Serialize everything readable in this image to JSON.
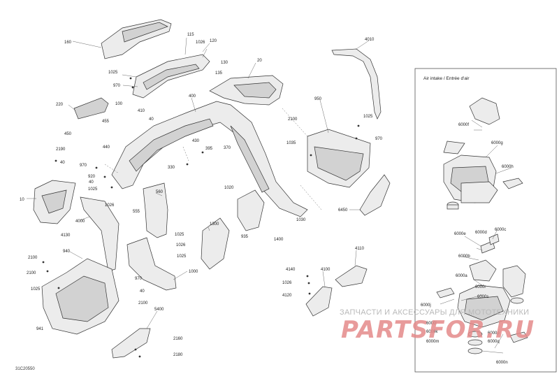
{
  "diagram": {
    "reference": "31C20550",
    "panel_title": "Air intake / Entrée d'air",
    "watermark_text": "ЗАПЧАСТИ И АКСЕССУАРЫ ДЛЯ МОТОТЕХНИКИ",
    "watermark_logo": "PARTSFOR.RU",
    "callouts": [
      "160",
      "115",
      "1026",
      "120",
      "130",
      "1025",
      "135",
      "970",
      "20",
      "4010",
      "220",
      "100",
      "410",
      "40",
      "455",
      "440",
      "450",
      "400",
      "430",
      "395",
      "370",
      "330",
      "950",
      "1025",
      "2100",
      "970",
      "1035",
      "2190",
      "40",
      "970",
      "920",
      "40",
      "1025",
      "1026",
      "555",
      "560",
      "10",
      "4000",
      "4130",
      "1020",
      "1030",
      "6450",
      "1300",
      "935",
      "1400",
      "1025",
      "1026",
      "1025",
      "940",
      "2100",
      "2100",
      "970",
      "1025",
      "40",
      "2100",
      "1000",
      "941",
      "5400",
      "2160",
      "2180",
      "4110",
      "4140",
      "4100",
      "1026",
      "4120",
      "6000f",
      "6000g",
      "6000h",
      "6000e",
      "6000d",
      "6000c",
      "6000b",
      "6000a",
      "6000r",
      "6000j",
      "6000s",
      "6000p",
      "6000q",
      "6000m",
      "6000n",
      "6000l",
      "6000k"
    ]
  }
}
